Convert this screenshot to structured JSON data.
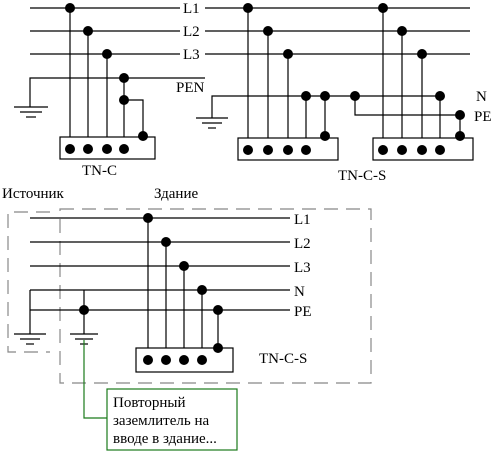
{
  "tn_c": {
    "labels": {
      "l1": "L1",
      "l2": "L2",
      "l3": "L3",
      "pen": "PEN"
    },
    "caption": "TN-C"
  },
  "tn_c_s_top": {
    "labels": {
      "n": "N",
      "pe": "PE"
    },
    "caption": "TN-C-S"
  },
  "bottom": {
    "source_label": "Источник",
    "building_label": "Здание",
    "labels": {
      "l1": "L1",
      "l2": "L2",
      "l3": "L3",
      "n": "N",
      "pe": "PE"
    },
    "caption": "TN-C-S",
    "callout": {
      "line1": "Повторный",
      "line2": "заземлитель на",
      "line3": "вводе в здание..."
    }
  }
}
